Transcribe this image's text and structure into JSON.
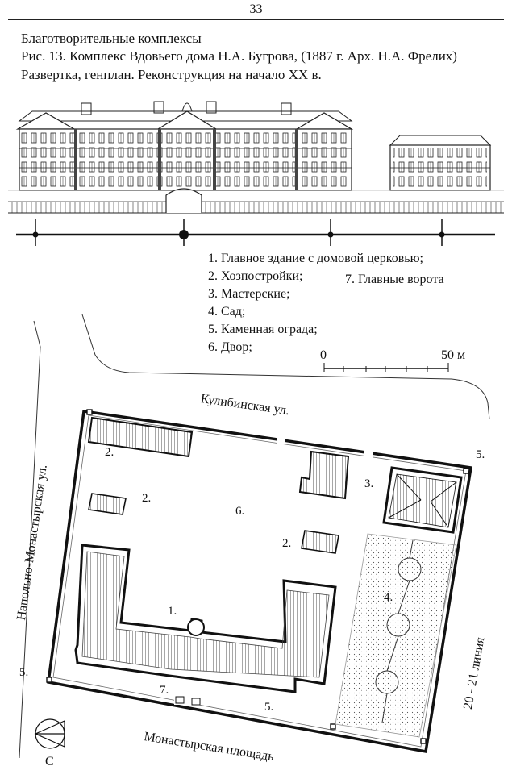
{
  "page_number": "33",
  "header": {
    "section": "Благотворительные комплексы",
    "caption_line1": "Рис. 13. Комплекс Вдовьего дома Н.А. Бугрова, (1887 г. Арх. Н.А. Фрелих)",
    "caption_line2": "Развертка, генплан. Реконструкция на начало XX в."
  },
  "legend": {
    "items": [
      "1. Главное здание с домовой церковью;",
      "2. Хозпостройки;",
      "3. Мастерские;",
      "4. Сад;",
      "5. Каменная ограда;",
      "6. Двор;"
    ],
    "item7": "7. Главные ворота"
  },
  "scale": {
    "zero": "0",
    "end": "50 м"
  },
  "streets": {
    "north": "Кулибинская ул.",
    "west": "Напольно-Монастырская ул.",
    "east": "20 - 21 линия",
    "south": "Монастырская площадь"
  },
  "plan_labels": {
    "main_building": "1.",
    "outbuilding_a": "2.",
    "outbuilding_b": "2.",
    "outbuilding_c": "2.",
    "workshops": "3.",
    "garden": "4.",
    "wall_ne": "5.",
    "wall_sw": "5.",
    "wall_s": "5.",
    "yard": "6.",
    "gate": "7."
  },
  "compass": {
    "letter": "С"
  }
}
